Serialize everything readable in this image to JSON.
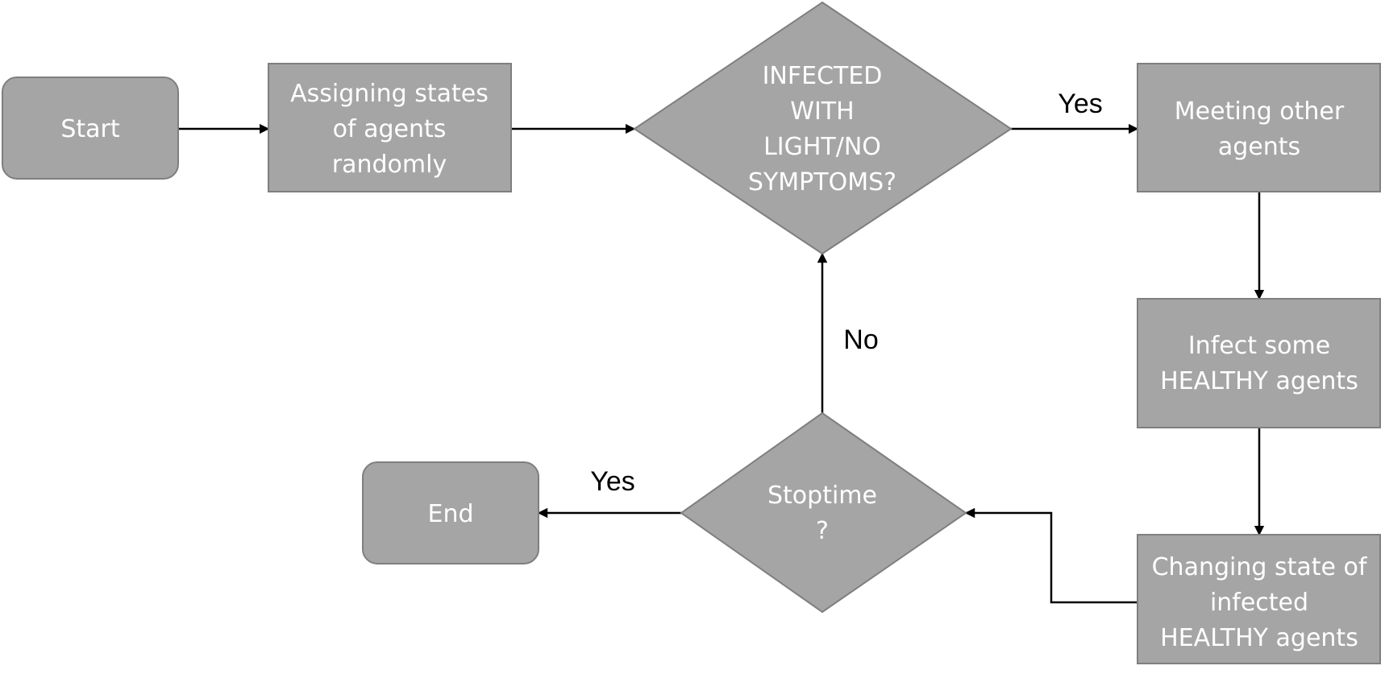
{
  "colors": {
    "node_fill": "#a5a5a5",
    "node_border": "#7f7f7f",
    "node_text": "#ffffff",
    "edge": "#000000"
  },
  "nodes": {
    "start": "Start",
    "assign": [
      "Assigning states",
      "of agents",
      "randomly"
    ],
    "decision_infected": [
      "INFECTED",
      "WITH",
      "LIGHT/NO",
      "SYMPTOMS?"
    ],
    "meeting": [
      "Meeting other",
      "agents"
    ],
    "infect": [
      "Infect some",
      "HEALTHY agents"
    ],
    "changing": [
      "Changing state of",
      "infected",
      "HEALTHY agents"
    ],
    "decision_stoptime": [
      "Stoptime",
      "?"
    ],
    "end": "End"
  },
  "edge_labels": {
    "infected_yes": "Yes",
    "stoptime_no": "No",
    "stoptime_yes": "Yes"
  }
}
